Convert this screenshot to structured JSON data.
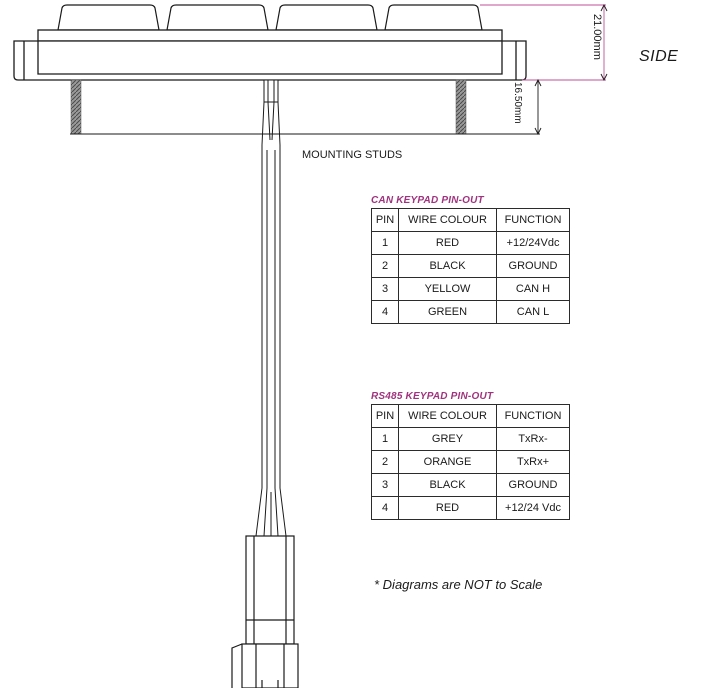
{
  "labels": {
    "side": "SIDE",
    "dim_height": "21.00mm",
    "dim_stud": "16.50mm",
    "mounting_studs": "MOUNTING STUDS",
    "note": "* Diagrams are NOT to Scale"
  },
  "colors": {
    "title_accent": "#a0337e",
    "dimension_line": "#c04f9a",
    "outline": "#1a1a1a"
  },
  "can_table": {
    "title": "CAN KEYPAD PIN-OUT",
    "headers": [
      "PIN",
      "WIRE COLOUR",
      "FUNCTION"
    ],
    "rows": [
      [
        "1",
        "RED",
        "+12/24Vdc"
      ],
      [
        "2",
        "BLACK",
        "GROUND"
      ],
      [
        "3",
        "YELLOW",
        "CAN H"
      ],
      [
        "4",
        "GREEN",
        "CAN L"
      ]
    ]
  },
  "rs485_table": {
    "title": "RS485 KEYPAD PIN-OUT",
    "headers": [
      "PIN",
      "WIRE COLOUR",
      "FUNCTION"
    ],
    "rows": [
      [
        "1",
        "GREY",
        "TxRx-"
      ],
      [
        "2",
        "ORANGE",
        "TxRx+"
      ],
      [
        "3",
        "BLACK",
        "GROUND"
      ],
      [
        "4",
        "RED",
        "+12/24 Vdc"
      ]
    ]
  }
}
